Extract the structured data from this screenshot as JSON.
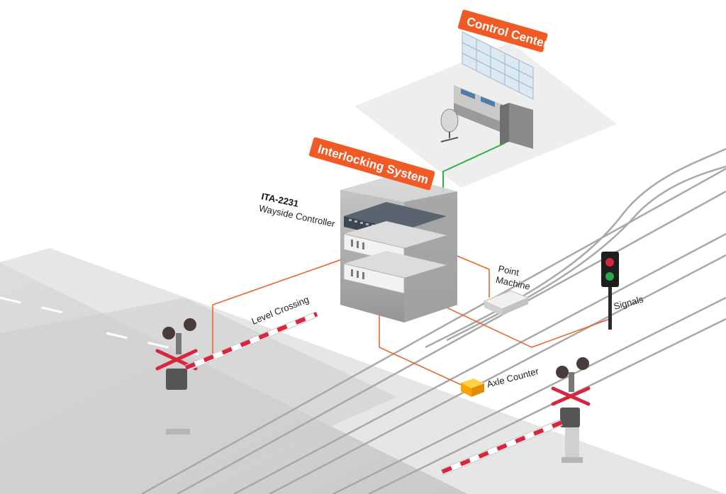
{
  "banners": {
    "control_center": "Control Center",
    "interlocking_system": "Interlocking System"
  },
  "controller": {
    "model": "ITA-2231",
    "description": "Wayside Controller"
  },
  "labels": {
    "point_machine_line1": "Point",
    "point_machine_line2": "Machine",
    "signals": "Signals",
    "level_crossing": "Level Crossing",
    "axle_counter": "Axle Counter"
  },
  "colors": {
    "accent": "#f15a24",
    "link_green": "#2bb34a",
    "signal_red": "#d7263d",
    "signal_green": "#2aa84a",
    "axle_counter": "#f7a600"
  }
}
